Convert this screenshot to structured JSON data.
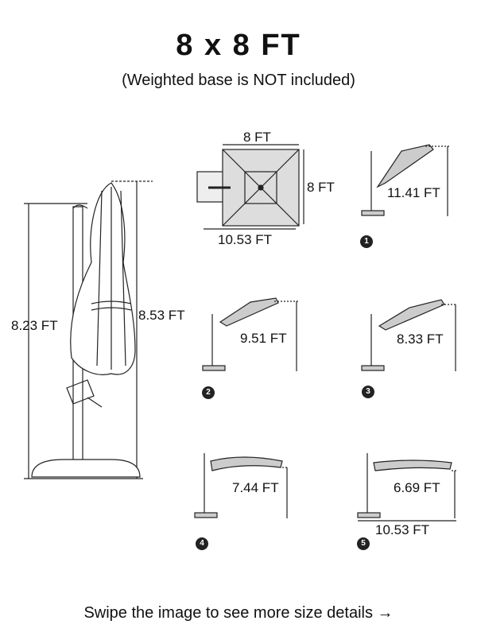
{
  "header": {
    "title": "8 x 8 FT",
    "subtitle": "(Weighted base is NOT included)"
  },
  "main_umbrella": {
    "height_pole": "8.23 FT",
    "height_total": "8.53 FT"
  },
  "top_view": {
    "width": "8 FT",
    "depth": "8 FT",
    "span": "10.53 FT"
  },
  "positions": [
    {
      "number": "1",
      "height": "11.41 FT"
    },
    {
      "number": "2",
      "height": "9.51 FT"
    },
    {
      "number": "3",
      "height": "8.33 FT"
    },
    {
      "number": "4",
      "height": "7.44 FT"
    },
    {
      "number": "5",
      "height": "6.69 FT",
      "span": "10.53 FT"
    }
  ],
  "footer": {
    "text": "Swipe the image to see more size details →"
  }
}
